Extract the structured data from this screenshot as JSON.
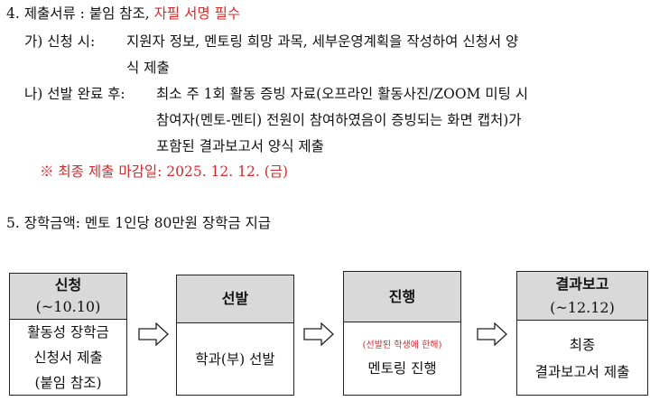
{
  "section4": {
    "heading": "4. 제출서류 : 붙임 참조,",
    "heading_red": "자필 서명 필수",
    "a_label": "가) 신청 시:",
    "a_line1": "지원자 정보, 멘토링 희망 과목, 세부운영계획을 작성하여 신청서 양",
    "a_line2": "식 제출",
    "b_label": "나) 선발 완료 후:",
    "b_line1": "최소 주 1회 활동 증빙 자료(오프라인 활동사진/ZOOM 미팅 시",
    "b_line2": "참여자(멘토-멘티) 전원이 참여하였음이 증빙되는 화면 캡처)가",
    "b_line3": "포함된 결과보고서 양식 제출",
    "deadline": "※ 최종 제출 마감일: 2025. 12. 12. (금)"
  },
  "section5": {
    "text": "5. 장학금액: 멘토 1인당 80만원 장학금 지급"
  },
  "flow": [
    {
      "title": "신청",
      "date": "(~10.10)",
      "lines": [
        "활동성 장학금",
        "신청서 제출",
        "(붙임 참조)"
      ]
    },
    {
      "title": "선발",
      "lines": [
        "학과(부) 선발"
      ]
    },
    {
      "title": "진행",
      "note": "(선발된 학생에 한해)",
      "lines": [
        "멘토링 진행"
      ]
    },
    {
      "title": "결과보고",
      "date": "(~12.12)",
      "lines": [
        "최종",
        "결과보고서 제출"
      ]
    }
  ],
  "colors": {
    "accent_red": "#d42a2a",
    "header_gray": "#d9d9d9"
  }
}
